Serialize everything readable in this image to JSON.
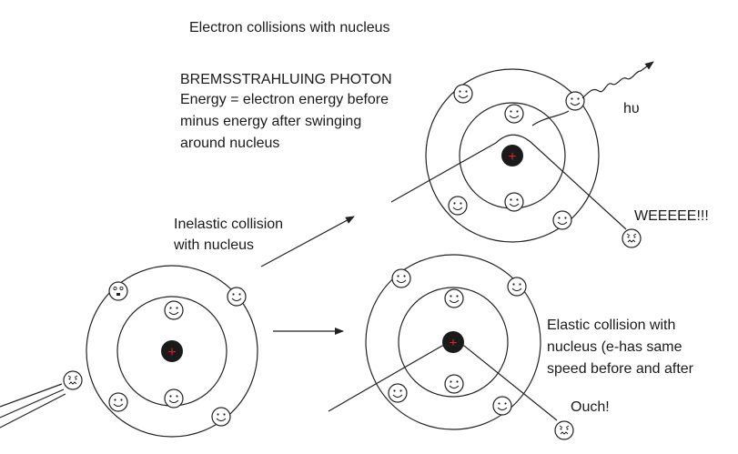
{
  "title": "Electron collisions with nucleus",
  "bremsstrahlung": {
    "heading": "BREMSSTRAHLUING PHOTON",
    "line1": "Energy = electron energy before",
    "line2": "minus energy after swinging",
    "line3": "around nucleus"
  },
  "photon_label": "hυ",
  "weee_label": "WEEEEE!!!",
  "inelastic": {
    "line1": "Inelastic collision",
    "line2": "with nucleus"
  },
  "elastic": {
    "line1": "Elastic collision with",
    "line2": "nucleus (e-has same",
    "line3": "speed before and after"
  },
  "ouch_label": "Ouch!",
  "nucleus_symbol": "+",
  "colors": {
    "nucleus": "#1a1a1a",
    "nucleus_plus": "#e02020",
    "line": "#222222"
  }
}
